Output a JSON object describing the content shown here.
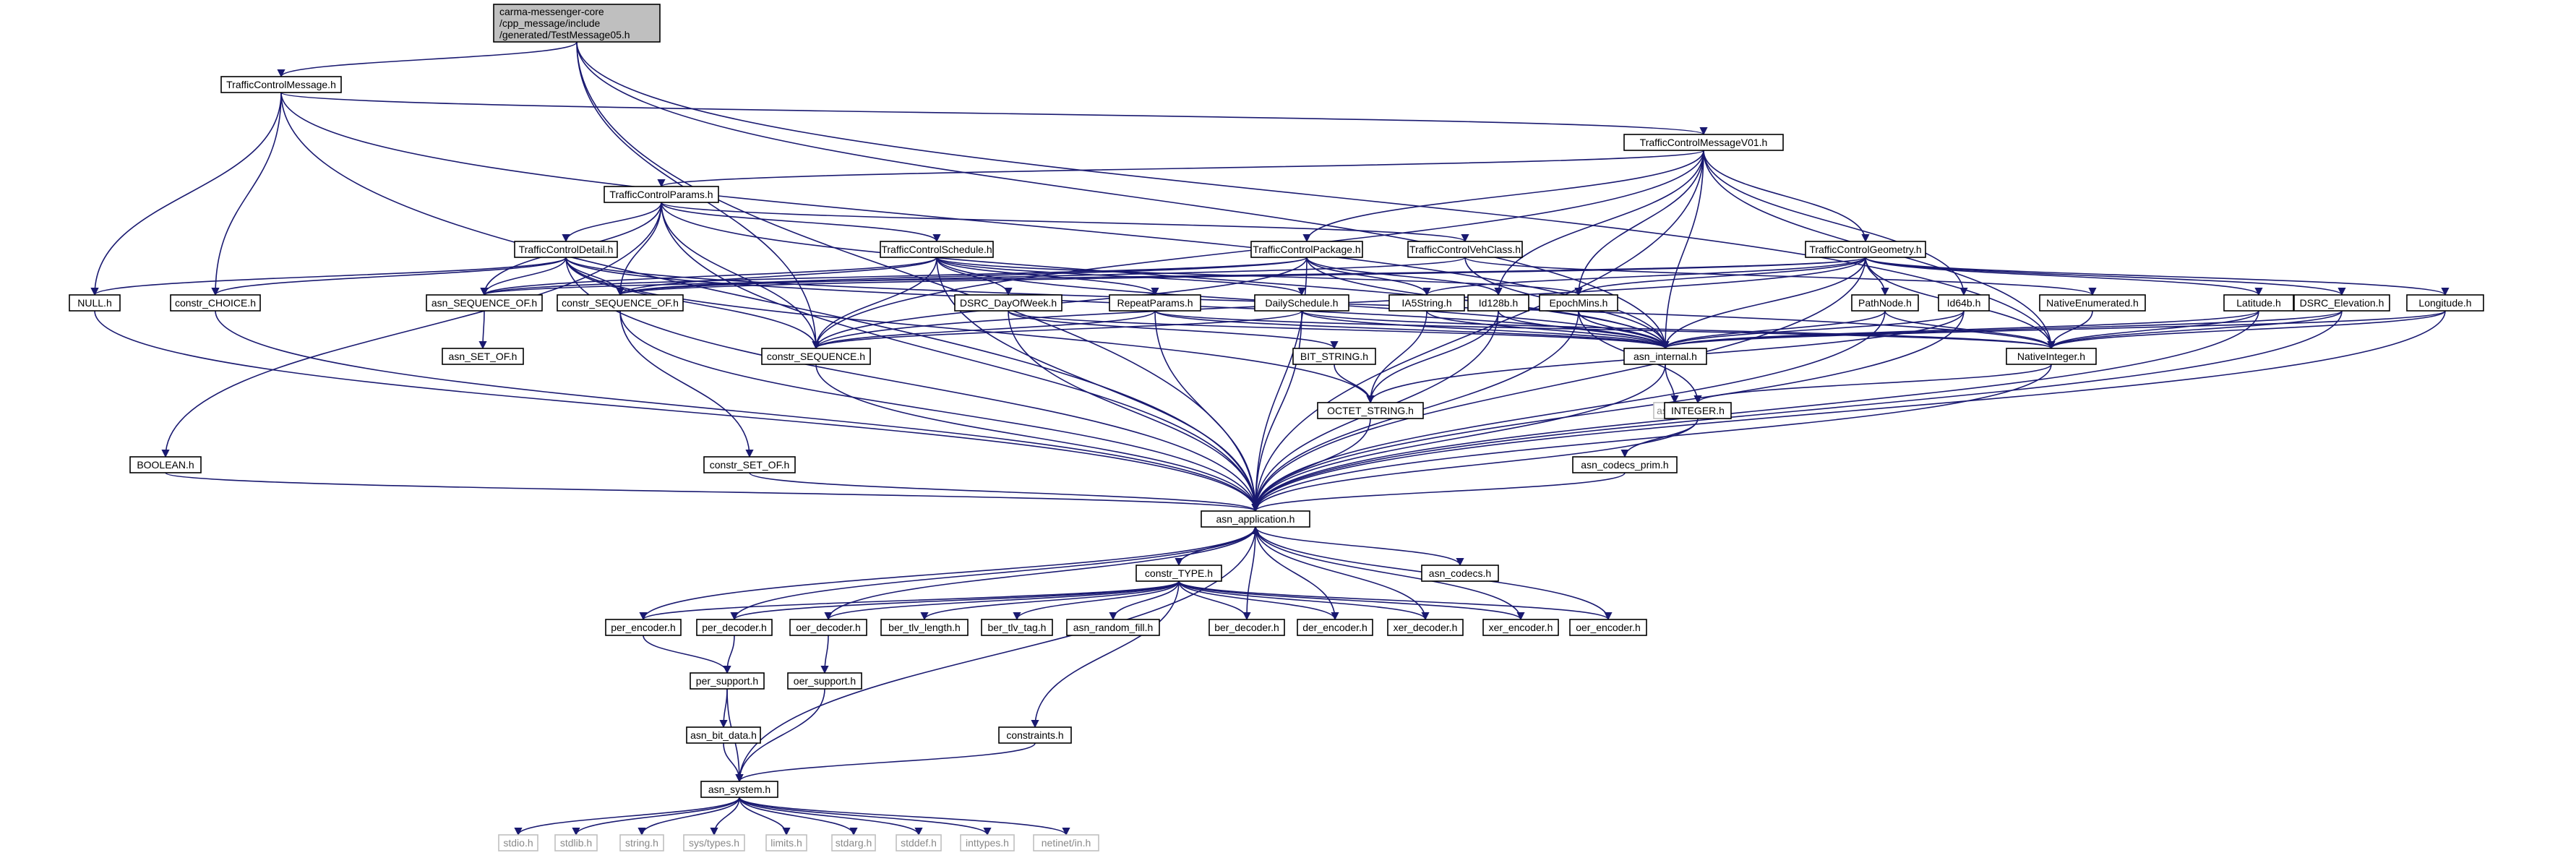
{
  "title": "",
  "colors": {
    "edge": "#191970",
    "root_fill": "#bfbfbf",
    "node_border": "#000000",
    "external_border": "#bfbfbf"
  },
  "nodes": [
    {
      "id": "root",
      "lines": [
        "carma-messenger-core",
        "/cpp_message/include",
        "/generated/TestMessage05.h"
      ],
      "kind": "root"
    },
    {
      "id": "tcm",
      "lines": [
        "TrafficControlMessage.h"
      ]
    },
    {
      "id": "tcmv01",
      "lines": [
        "TrafficControlMessageV01.h"
      ]
    },
    {
      "id": "tcparams",
      "lines": [
        "TrafficControlParams.h"
      ]
    },
    {
      "id": "tcdetail",
      "lines": [
        "TrafficControlDetail.h"
      ]
    },
    {
      "id": "tcschedule",
      "lines": [
        "TrafficControlSchedule.h"
      ]
    },
    {
      "id": "tcpackage",
      "lines": [
        "TrafficControlPackage.h"
      ]
    },
    {
      "id": "tcvehclass",
      "lines": [
        "TrafficControlVehClass.h"
      ]
    },
    {
      "id": "tcgeometry",
      "lines": [
        "TrafficControlGeometry.h"
      ]
    },
    {
      "id": "null",
      "lines": [
        "NULL.h"
      ]
    },
    {
      "id": "constr_choice",
      "lines": [
        "constr_CHOICE.h"
      ]
    },
    {
      "id": "asn_seq_of",
      "lines": [
        "asn_SEQUENCE_OF.h"
      ]
    },
    {
      "id": "constr_seq_of",
      "lines": [
        "constr_SEQUENCE_OF.h"
      ]
    },
    {
      "id": "asn_set_of",
      "lines": [
        "asn_SET_OF.h"
      ]
    },
    {
      "id": "dsrc_dow",
      "lines": [
        "DSRC_DayOfWeek.h"
      ]
    },
    {
      "id": "repeat",
      "lines": [
        "RepeatParams.h"
      ]
    },
    {
      "id": "daily",
      "lines": [
        "DailySchedule.h"
      ]
    },
    {
      "id": "ia5",
      "lines": [
        "IA5String.h"
      ]
    },
    {
      "id": "id128",
      "lines": [
        "Id128b.h"
      ]
    },
    {
      "id": "epoch",
      "lines": [
        "EpochMins.h"
      ]
    },
    {
      "id": "pathnode",
      "lines": [
        "PathNode.h"
      ]
    },
    {
      "id": "id64",
      "lines": [
        "Id64b.h"
      ]
    },
    {
      "id": "nat_enum",
      "lines": [
        "NativeEnumerated.h"
      ]
    },
    {
      "id": "latitude",
      "lines": [
        "Latitude.h"
      ]
    },
    {
      "id": "dsrc_elev",
      "lines": [
        "DSRC_Elevation.h"
      ]
    },
    {
      "id": "longitude",
      "lines": [
        "Longitude.h"
      ]
    },
    {
      "id": "constr_seq",
      "lines": [
        "constr_SEQUENCE.h"
      ]
    },
    {
      "id": "asn_internal",
      "lines": [
        "asn_internal.h"
      ]
    },
    {
      "id": "nat_int",
      "lines": [
        "NativeInteger.h"
      ]
    },
    {
      "id": "bit_string",
      "lines": [
        "BIT_STRING.h"
      ]
    },
    {
      "id": "octet_string",
      "lines": [
        "OCTET_STRING.h"
      ]
    },
    {
      "id": "assert",
      "lines": [
        "assert.h"
      ],
      "kind": "ext"
    },
    {
      "id": "integer",
      "lines": [
        "INTEGER.h"
      ]
    },
    {
      "id": "boolean",
      "lines": [
        "BOOLEAN.h"
      ]
    },
    {
      "id": "constr_set_of",
      "lines": [
        "constr_SET_OF.h"
      ]
    },
    {
      "id": "asn_codecs_prim",
      "lines": [
        "asn_codecs_prim.h"
      ]
    },
    {
      "id": "asn_application",
      "lines": [
        "asn_application.h"
      ]
    },
    {
      "id": "asn_codecs",
      "lines": [
        "asn_codecs.h"
      ]
    },
    {
      "id": "constr_type",
      "lines": [
        "constr_TYPE.h"
      ]
    },
    {
      "id": "per_encoder",
      "lines": [
        "per_encoder.h"
      ]
    },
    {
      "id": "per_decoder",
      "lines": [
        "per_decoder.h"
      ]
    },
    {
      "id": "oer_decoder",
      "lines": [
        "oer_decoder.h"
      ]
    },
    {
      "id": "ber_tlv_length",
      "lines": [
        "ber_tlv_length.h"
      ]
    },
    {
      "id": "ber_tlv_tag",
      "lines": [
        "ber_tlv_tag.h"
      ]
    },
    {
      "id": "asn_random_fill",
      "lines": [
        "asn_random_fill.h"
      ]
    },
    {
      "id": "ber_decoder",
      "lines": [
        "ber_decoder.h"
      ]
    },
    {
      "id": "der_encoder",
      "lines": [
        "der_encoder.h"
      ]
    },
    {
      "id": "xer_decoder",
      "lines": [
        "xer_decoder.h"
      ]
    },
    {
      "id": "xer_encoder",
      "lines": [
        "xer_encoder.h"
      ]
    },
    {
      "id": "oer_encoder",
      "lines": [
        "oer_encoder.h"
      ]
    },
    {
      "id": "per_support",
      "lines": [
        "per_support.h"
      ]
    },
    {
      "id": "oer_support",
      "lines": [
        "oer_support.h"
      ]
    },
    {
      "id": "asn_bit_data",
      "lines": [
        "asn_bit_data.h"
      ]
    },
    {
      "id": "constraints",
      "lines": [
        "constraints.h"
      ]
    },
    {
      "id": "asn_system",
      "lines": [
        "asn_system.h"
      ]
    },
    {
      "id": "stdio",
      "lines": [
        "stdio.h"
      ],
      "kind": "ext"
    },
    {
      "id": "stdlib",
      "lines": [
        "stdlib.h"
      ],
      "kind": "ext"
    },
    {
      "id": "string",
      "lines": [
        "string.h"
      ],
      "kind": "ext"
    },
    {
      "id": "systypes",
      "lines": [
        "sys/types.h"
      ],
      "kind": "ext"
    },
    {
      "id": "limits",
      "lines": [
        "limits.h"
      ],
      "kind": "ext"
    },
    {
      "id": "stdarg",
      "lines": [
        "stdarg.h"
      ],
      "kind": "ext"
    },
    {
      "id": "stddef",
      "lines": [
        "stddef.h"
      ],
      "kind": "ext"
    },
    {
      "id": "inttypes",
      "lines": [
        "inttypes.h"
      ],
      "kind": "ext"
    },
    {
      "id": "netinet",
      "lines": [
        "netinet/in.h"
      ],
      "kind": "ext"
    }
  ],
  "edges": [
    [
      "root",
      "tcm"
    ],
    [
      "root",
      "asn_application"
    ],
    [
      "root",
      "constr_seq"
    ],
    [
      "root",
      "asn_internal"
    ],
    [
      "root",
      "nat_int"
    ],
    [
      "tcm",
      "tcmv01"
    ],
    [
      "tcm",
      "null"
    ],
    [
      "tcm",
      "constr_choice"
    ],
    [
      "tcm",
      "asn_application"
    ],
    [
      "tcm",
      "asn_internal"
    ],
    [
      "tcmv01",
      "tcparams"
    ],
    [
      "tcmv01",
      "tcpackage"
    ],
    [
      "tcmv01",
      "tcgeometry"
    ],
    [
      "tcmv01",
      "id128"
    ],
    [
      "tcmv01",
      "epoch"
    ],
    [
      "tcmv01",
      "id64"
    ],
    [
      "tcmv01",
      "constr_seq"
    ],
    [
      "tcmv01",
      "asn_internal"
    ],
    [
      "tcmv01",
      "nat_int"
    ],
    [
      "tcmv01",
      "asn_application"
    ],
    [
      "tcparams",
      "tcdetail"
    ],
    [
      "tcparams",
      "tcschedule"
    ],
    [
      "tcparams",
      "tcvehclass"
    ],
    [
      "tcparams",
      "boolean"
    ],
    [
      "tcparams",
      "asn_seq_of"
    ],
    [
      "tcparams",
      "constr_seq_of"
    ],
    [
      "tcparams",
      "constr_seq"
    ],
    [
      "tcparams",
      "asn_internal"
    ],
    [
      "tcparams",
      "asn_application"
    ],
    [
      "tcdetail",
      "null"
    ],
    [
      "tcdetail",
      "constr_choice"
    ],
    [
      "tcdetail",
      "asn_seq_of"
    ],
    [
      "tcdetail",
      "constr_seq_of"
    ],
    [
      "tcdetail",
      "octet_string"
    ],
    [
      "tcdetail",
      "asn_application"
    ],
    [
      "tcdetail",
      "constr_seq"
    ],
    [
      "tcdetail",
      "asn_internal"
    ],
    [
      "tcdetail",
      "nat_int"
    ],
    [
      "tcschedule",
      "dsrc_dow"
    ],
    [
      "tcschedule",
      "repeat"
    ],
    [
      "tcschedule",
      "daily"
    ],
    [
      "tcschedule",
      "epoch"
    ],
    [
      "tcschedule",
      "asn_seq_of"
    ],
    [
      "tcschedule",
      "constr_seq_of"
    ],
    [
      "tcschedule",
      "constr_seq"
    ],
    [
      "tcschedule",
      "asn_internal"
    ],
    [
      "tcschedule",
      "asn_application"
    ],
    [
      "tcpackage",
      "ia5"
    ],
    [
      "tcpackage",
      "id128"
    ],
    [
      "tcpackage",
      "asn_seq_of"
    ],
    [
      "tcpackage",
      "constr_seq_of"
    ],
    [
      "tcpackage",
      "constr_seq"
    ],
    [
      "tcpackage",
      "asn_internal"
    ],
    [
      "tcpackage",
      "asn_application"
    ],
    [
      "tcvehclass",
      "nat_enum"
    ],
    [
      "tcvehclass",
      "asn_internal"
    ],
    [
      "tcvehclass",
      "constr_seq_of"
    ],
    [
      "tcgeometry",
      "pathnode"
    ],
    [
      "tcgeometry",
      "latitude"
    ],
    [
      "tcgeometry",
      "longitude"
    ],
    [
      "tcgeometry",
      "dsrc_elev"
    ],
    [
      "tcgeometry",
      "epoch"
    ],
    [
      "tcgeometry",
      "ia5"
    ],
    [
      "tcgeometry",
      "asn_seq_of"
    ],
    [
      "tcgeometry",
      "constr_seq_of"
    ],
    [
      "tcgeometry",
      "constr_seq"
    ],
    [
      "tcgeometry",
      "asn_internal"
    ],
    [
      "tcgeometry",
      "nat_int"
    ],
    [
      "tcgeometry",
      "asn_application"
    ],
    [
      "null",
      "asn_application"
    ],
    [
      "constr_choice",
      "asn_application"
    ],
    [
      "asn_seq_of",
      "asn_set_of"
    ],
    [
      "constr_seq_of",
      "constr_set_of"
    ],
    [
      "constr_seq_of",
      "asn_application"
    ],
    [
      "dsrc_dow",
      "bit_string"
    ],
    [
      "dsrc_dow",
      "asn_application"
    ],
    [
      "dsrc_dow",
      "asn_internal"
    ],
    [
      "repeat",
      "constr_seq"
    ],
    [
      "repeat",
      "asn_application"
    ],
    [
      "repeat",
      "asn_internal"
    ],
    [
      "repeat",
      "nat_int"
    ],
    [
      "daily",
      "constr_seq"
    ],
    [
      "daily",
      "asn_application"
    ],
    [
      "daily",
      "asn_internal"
    ],
    [
      "daily",
      "nat_int"
    ],
    [
      "ia5",
      "octet_string"
    ],
    [
      "ia5",
      "asn_internal"
    ],
    [
      "id128",
      "octet_string"
    ],
    [
      "id128",
      "asn_internal"
    ],
    [
      "id128",
      "asn_application"
    ],
    [
      "epoch",
      "integer"
    ],
    [
      "epoch",
      "asn_internal"
    ],
    [
      "epoch",
      "asn_application"
    ],
    [
      "pathnode",
      "nat_int"
    ],
    [
      "pathnode",
      "asn_internal"
    ],
    [
      "pathnode",
      "asn_application"
    ],
    [
      "id64",
      "octet_string"
    ],
    [
      "id64",
      "asn_internal"
    ],
    [
      "id64",
      "asn_application"
    ],
    [
      "nat_enum",
      "nat_int"
    ],
    [
      "latitude",
      "nat_int"
    ],
    [
      "latitude",
      "asn_internal"
    ],
    [
      "latitude",
      "asn_application"
    ],
    [
      "dsrc_elev",
      "nat_int"
    ],
    [
      "dsrc_elev",
      "asn_internal"
    ],
    [
      "dsrc_elev",
      "asn_application"
    ],
    [
      "longitude",
      "nat_int"
    ],
    [
      "longitude",
      "asn_internal"
    ],
    [
      "longitude",
      "asn_application"
    ],
    [
      "constr_seq",
      "asn_application"
    ],
    [
      "asn_internal",
      "assert"
    ],
    [
      "asn_internal",
      "asn_application"
    ],
    [
      "nat_int",
      "integer"
    ],
    [
      "nat_int",
      "asn_application"
    ],
    [
      "bit_string",
      "octet_string"
    ],
    [
      "octet_string",
      "asn_application"
    ],
    [
      "integer",
      "asn_codecs_prim"
    ],
    [
      "integer",
      "asn_application"
    ],
    [
      "boolean",
      "asn_application"
    ],
    [
      "constr_set_of",
      "asn_application"
    ],
    [
      "asn_codecs_prim",
      "asn_application"
    ],
    [
      "asn_application",
      "asn_codecs"
    ],
    [
      "asn_application",
      "constr_type"
    ],
    [
      "asn_application",
      "asn_system"
    ],
    [
      "constr_type",
      "per_encoder"
    ],
    [
      "constr_type",
      "per_decoder"
    ],
    [
      "constr_type",
      "oer_decoder"
    ],
    [
      "constr_type",
      "ber_tlv_length"
    ],
    [
      "constr_type",
      "ber_tlv_tag"
    ],
    [
      "constr_type",
      "asn_random_fill"
    ],
    [
      "constr_type",
      "ber_decoder"
    ],
    [
      "constr_type",
      "der_encoder"
    ],
    [
      "constr_type",
      "xer_decoder"
    ],
    [
      "constr_type",
      "xer_encoder"
    ],
    [
      "constr_type",
      "oer_encoder"
    ],
    [
      "constr_type",
      "constraints"
    ],
    [
      "per_encoder",
      "asn_application"
    ],
    [
      "per_decoder",
      "asn_application"
    ],
    [
      "oer_decoder",
      "asn_application"
    ],
    [
      "ber_decoder",
      "asn_application"
    ],
    [
      "der_encoder",
      "asn_application"
    ],
    [
      "xer_decoder",
      "asn_application"
    ],
    [
      "xer_encoder",
      "asn_application"
    ],
    [
      "oer_encoder",
      "asn_application"
    ],
    [
      "per_encoder",
      "per_support"
    ],
    [
      "per_decoder",
      "per_support"
    ],
    [
      "oer_decoder",
      "oer_support"
    ],
    [
      "per_support",
      "asn_bit_data"
    ],
    [
      "per_support",
      "asn_system"
    ],
    [
      "oer_support",
      "asn_system"
    ],
    [
      "asn_bit_data",
      "asn_system"
    ],
    [
      "constraints",
      "asn_system"
    ],
    [
      "asn_system",
      "stdio"
    ],
    [
      "asn_system",
      "stdlib"
    ],
    [
      "asn_system",
      "string"
    ],
    [
      "asn_system",
      "systypes"
    ],
    [
      "asn_system",
      "limits"
    ],
    [
      "asn_system",
      "stdarg"
    ],
    [
      "asn_system",
      "stddef"
    ],
    [
      "asn_system",
      "inttypes"
    ],
    [
      "asn_system",
      "netinet"
    ]
  ]
}
